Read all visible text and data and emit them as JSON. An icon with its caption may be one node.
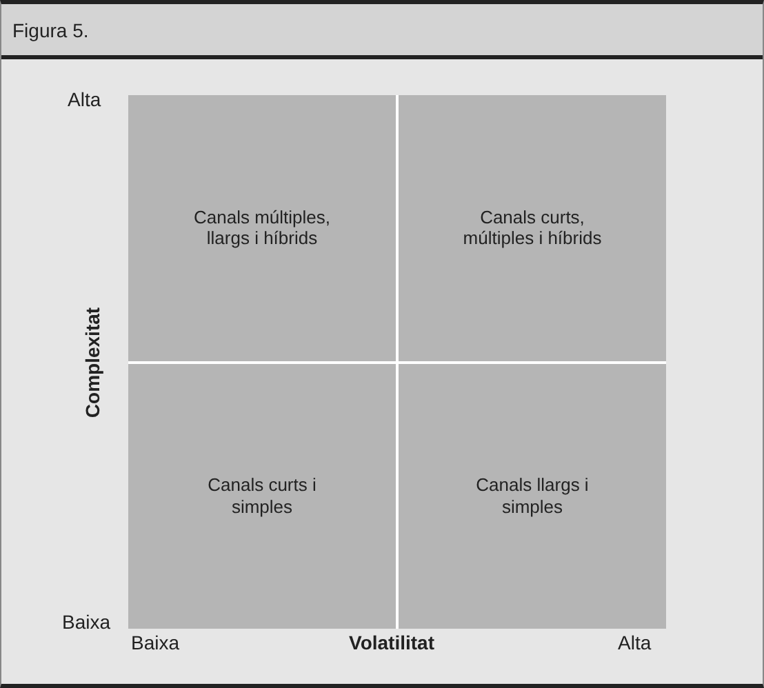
{
  "diagram": {
    "title": "Figura 5.",
    "nodes": [
      {
        "text": [
          "Canals múltiples, llargs i híbrids"
        ]
      },
      {
        "text": [
          "Canals curts, múltiples i híbrids"
        ]
      },
      {
        "text": [
          "Canals curts i simples"
        ]
      },
      {
        "text": [
          "Canals llargs i simples"
        ]
      }
    ],
    "labels": [
      "Alta",
      "Complexitat",
      "Baixa",
      "Baixa",
      "Volatilitat",
      "Alta"
    ]
  }
}
